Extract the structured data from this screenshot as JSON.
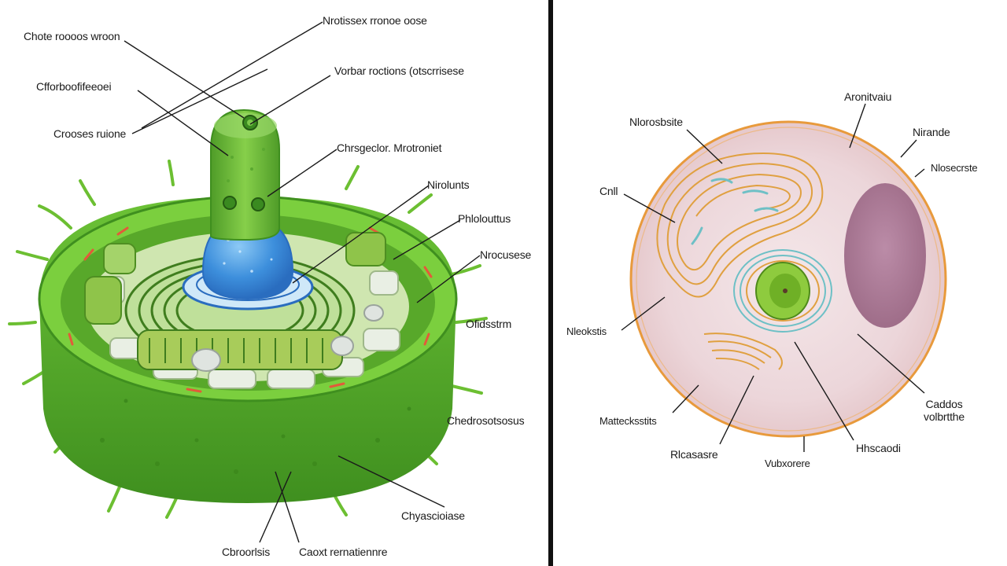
{
  "plant_cell": {
    "labels": [
      {
        "id": "nucleus-top",
        "text": "Nrotissex rronoe oose"
      },
      {
        "id": "chloro-top-left",
        "text": "Chote roooos wroon"
      },
      {
        "id": "chloroplast",
        "text": "Cfforboofifeeoei"
      },
      {
        "id": "cytoskeleton",
        "text": "Crooses ruione"
      },
      {
        "id": "vacuole",
        "text": "Vorbar roctions (otscrrisese"
      },
      {
        "id": "chloroplast-mid",
        "text": "Chrsgeclor. Mrotroniet"
      },
      {
        "id": "nucleolus",
        "text": "Nirolunts"
      },
      {
        "id": "photosynth",
        "text": "Phlolouttus"
      },
      {
        "id": "nucleoplasm",
        "text": "Nrocusese"
      },
      {
        "id": "chlorotic",
        "text": "Ofidsstrm"
      },
      {
        "id": "chlorosomes",
        "text": "Chedrosotsosus"
      },
      {
        "id": "chaperase",
        "text": "Chyascioiase"
      },
      {
        "id": "cytoplasm",
        "text": "Cbroorlsis"
      },
      {
        "id": "cell-membrane",
        "text": "Caoxt rernatiennre"
      }
    ],
    "colors": {
      "wall": "#5fb52e",
      "wall_dark": "#3f8f1f",
      "stroma": "#9fd15a",
      "vacuole": "#3d8fdc"
    }
  },
  "animal_cell": {
    "labels": [
      {
        "id": "atomic",
        "text": "Aronitvaiu"
      },
      {
        "id": "nloroase",
        "text": "Nlorosbsite"
      },
      {
        "id": "nirande",
        "text": "Nirande"
      },
      {
        "id": "cnil",
        "text": "Cnll"
      },
      {
        "id": "nlosecte",
        "text": "Nlosecrste"
      },
      {
        "id": "nlecketis",
        "text": "Nleokstis"
      },
      {
        "id": "mattecks",
        "text": "Mattecksstits"
      },
      {
        "id": "caddos",
        "text": "Caddos volbrtthe"
      },
      {
        "id": "recasete",
        "text": "Rlcasasre"
      },
      {
        "id": "vubxorere",
        "text": "Vubxorere"
      },
      {
        "id": "hascaodi",
        "text": "Hhscaodi"
      }
    ],
    "colors": {
      "membrane": "#e89a3c",
      "cytoplasm": "#efdde0",
      "nucleus": "#a06a8c",
      "er": "#e0a040",
      "nucleolus": "#7cc22a"
    }
  }
}
